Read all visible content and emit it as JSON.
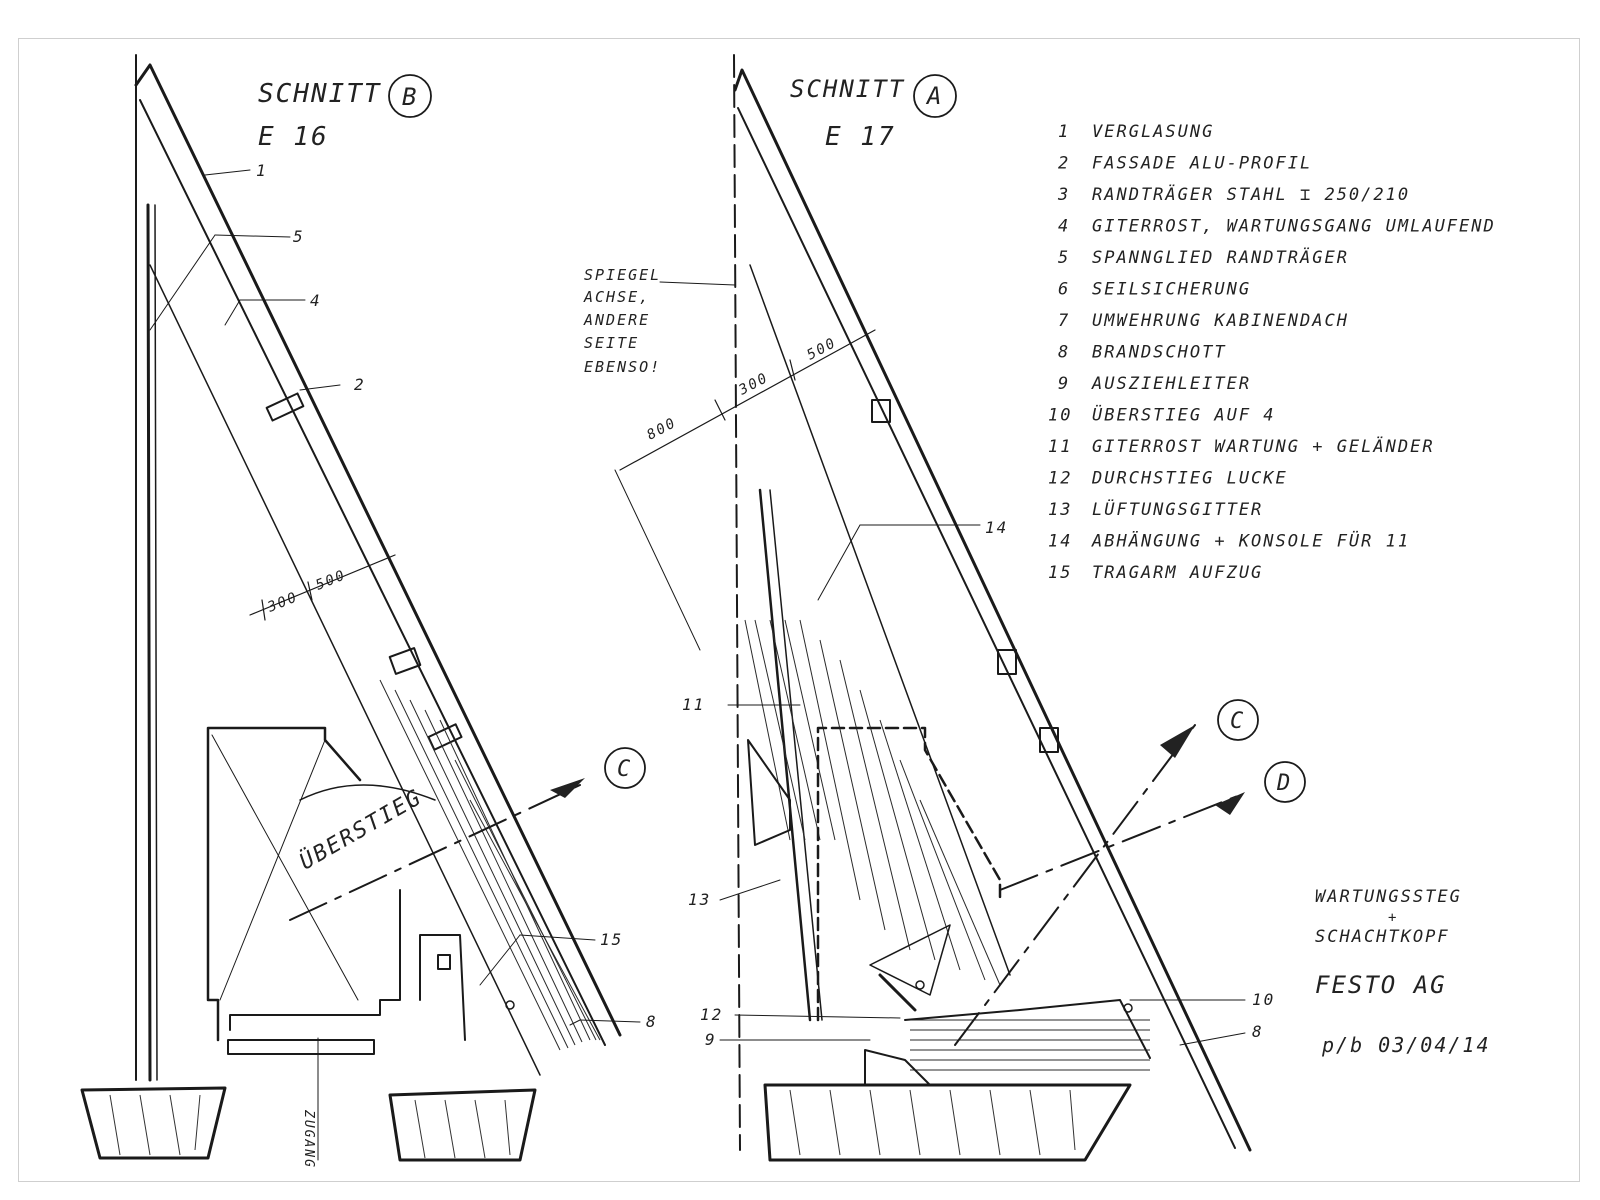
{
  "section_b": {
    "title": "SCHNITT",
    "mark": "B",
    "sheet_ref": "E 16"
  },
  "section_a": {
    "title": "SCHNITT",
    "mark": "A",
    "sheet_ref": "E 17"
  },
  "legend": [
    {
      "num": "1",
      "text": "VERGLASUNG"
    },
    {
      "num": "2",
      "text": "FASSADE ALU-PROFIL"
    },
    {
      "num": "3",
      "text": "RANDTRÄGER STAHL ⌶ 250/210"
    },
    {
      "num": "4",
      "text": "GITERROST, WARTUNGSGANG UMLAUFEND"
    },
    {
      "num": "5",
      "text": "SPANNGLIED RANDTRÄGER"
    },
    {
      "num": "6",
      "text": "SEILSICHERUNG"
    },
    {
      "num": "7",
      "text": "UMWEHRUNG KABINENDACH"
    },
    {
      "num": "8",
      "text": "BRANDSCHOTT"
    },
    {
      "num": "9",
      "text": "AUSZIEHLEITER"
    },
    {
      "num": "10",
      "text": "ÜBERSTIEG AUF 4"
    },
    {
      "num": "11",
      "text": "GITERROST WARTUNG + GELÄNDER"
    },
    {
      "num": "12",
      "text": "DURCHSTIEG LUCKE"
    },
    {
      "num": "13",
      "text": "LÜFTUNGSGITTER"
    },
    {
      "num": "14",
      "text": "ABHÄNGUNG + KONSOLE FÜR 11"
    },
    {
      "num": "15",
      "text": "TRAGARM AUFZUG"
    }
  ],
  "mirror_note": [
    "SPIEGEL",
    "ACHSE,",
    "ANDERE",
    "SEITE",
    "EBENSO!"
  ],
  "dims_b": [
    "300",
    "500"
  ],
  "dims_a": [
    "800",
    "300",
    "500"
  ],
  "callouts_b": [
    "1",
    "5",
    "4",
    "2",
    "15",
    "8"
  ],
  "callouts_a": [
    "14",
    "11",
    "13",
    "12",
    "9",
    "10",
    "8"
  ],
  "section_marks": [
    "C",
    "C",
    "D"
  ],
  "label_uberstieg": "ÜBERSTIEG",
  "label_zugang": "ZUGANG",
  "title_block": {
    "line1": "WARTUNGSSTEG",
    "amp": "+",
    "line2": "SCHACHTKOPF",
    "client": "FESTO AG",
    "signature": "p/b 03/04/14"
  }
}
